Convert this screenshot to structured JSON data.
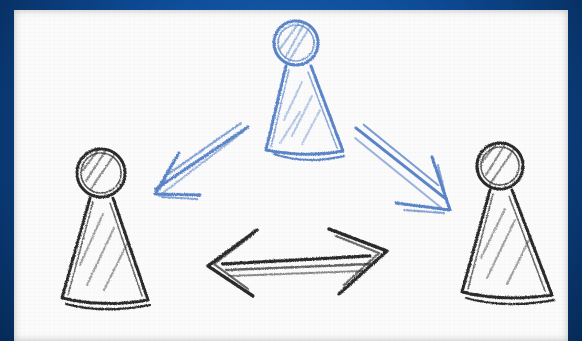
{
  "colors": {
    "background": "#0b3f7e",
    "paper": "#fbfbfb",
    "blue_pawn": "#5a84c7",
    "blue_arrow": "#5a84c7",
    "dark_pencil": "#2b2b2b"
  },
  "illustration": {
    "top_figure": "blue-pawn",
    "left_figure": "dark-pawn",
    "right_figure": "dark-pawn",
    "arrows": [
      "blue-arrow-down-left",
      "blue-arrow-down-right",
      "dark-double-headed-arrow"
    ]
  }
}
